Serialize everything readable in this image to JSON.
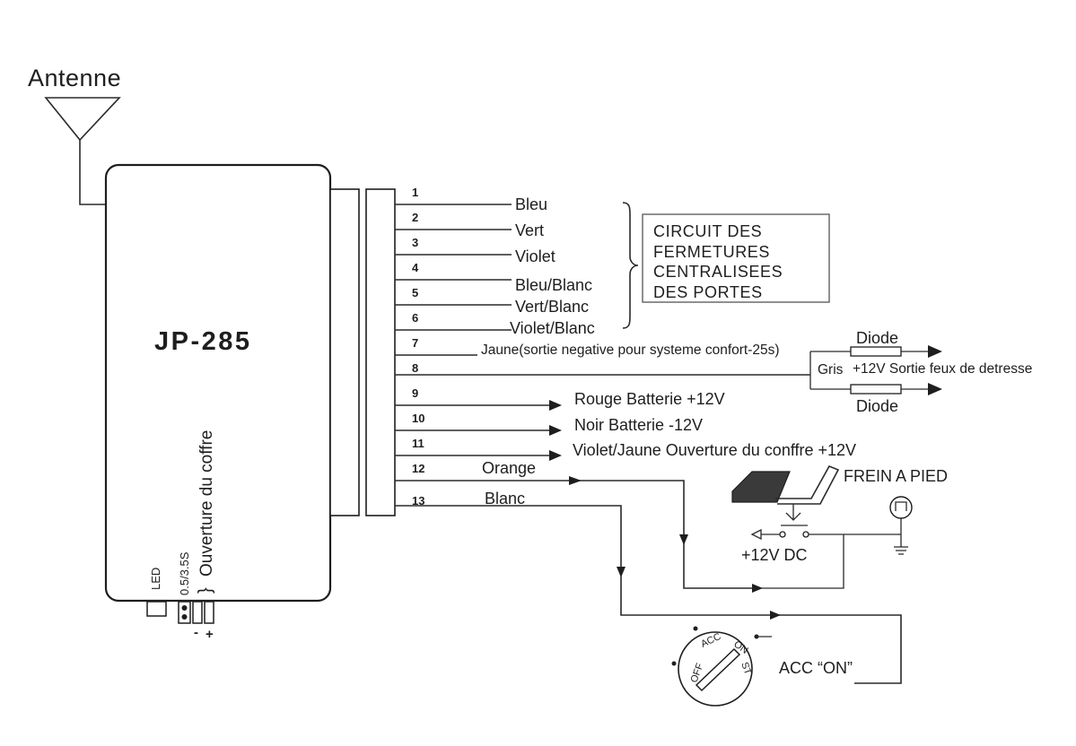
{
  "antenna": {
    "label": "Antenne"
  },
  "module": {
    "name": "JP-285",
    "trunk_label": "Ouverture du coffre",
    "timing_label": "0.5/3.5S",
    "led_label": "LED",
    "minus": "-",
    "plus": "+"
  },
  "wires": [
    {
      "pin": "1",
      "label": "Bleu"
    },
    {
      "pin": "2",
      "label": "Vert"
    },
    {
      "pin": "3",
      "label": "Violet"
    },
    {
      "pin": "4",
      "label": ""
    },
    {
      "pin": "5",
      "label": "Bleu/Blanc"
    },
    {
      "pin": "6",
      "label": "Vert/Blanc"
    },
    {
      "pin": "",
      "label": "Violet/Blanc"
    },
    {
      "pin": "7",
      "label": "Jaune(sortie negative pour systeme confort-25s)"
    },
    {
      "pin": "8",
      "label": ""
    },
    {
      "pin": "9",
      "label": "Rouge  Batterie +12V"
    },
    {
      "pin": "10",
      "label": "Noir Batterie -12V"
    },
    {
      "pin": "11",
      "label": "Violet/Jaune  Ouverture du conffre +12V"
    },
    {
      "pin": "12",
      "label": "Orange"
    },
    {
      "pin": "13",
      "label": "Blanc"
    }
  ],
  "central_locking": {
    "line1": "CIRCUIT DES",
    "line2": "FERMETURES",
    "line3": "CENTRALISEES",
    "line4": "DES PORTES"
  },
  "hazard": {
    "diode_top": "Diode",
    "diode_bottom": "Diode",
    "gris": "Gris",
    "output": "+12V Sortie feux de detresse"
  },
  "brake": {
    "title": "FREIN A PIED",
    "supply": "+12V DC"
  },
  "ignition": {
    "label": "ACC “ON”",
    "off": "OFF",
    "acc": "ACC",
    "on": "ON",
    "st": "ST"
  }
}
